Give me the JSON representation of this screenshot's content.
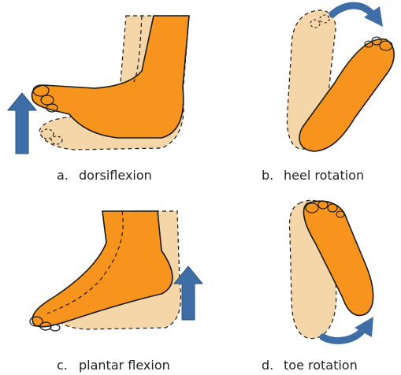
{
  "colors": {
    "foot_primary": "#f7941d",
    "foot_shadow": "#f5d6a8",
    "arrow": "#3f6ea6",
    "outline": "#1a1a1a"
  },
  "icons": {
    "arrow_a": "arrow-up-icon",
    "arrow_b": "curved-arrow-right-icon",
    "arrow_c": "arrow-up-icon",
    "arrow_d": "curved-arrow-right-icon"
  },
  "panels": [
    {
      "letter": "a.",
      "label": "dorsiflexion"
    },
    {
      "letter": "b.",
      "label": "heel rotation"
    },
    {
      "letter": "c.",
      "label": "plantar flexion"
    },
    {
      "letter": "d.",
      "label": "toe rotation"
    }
  ]
}
